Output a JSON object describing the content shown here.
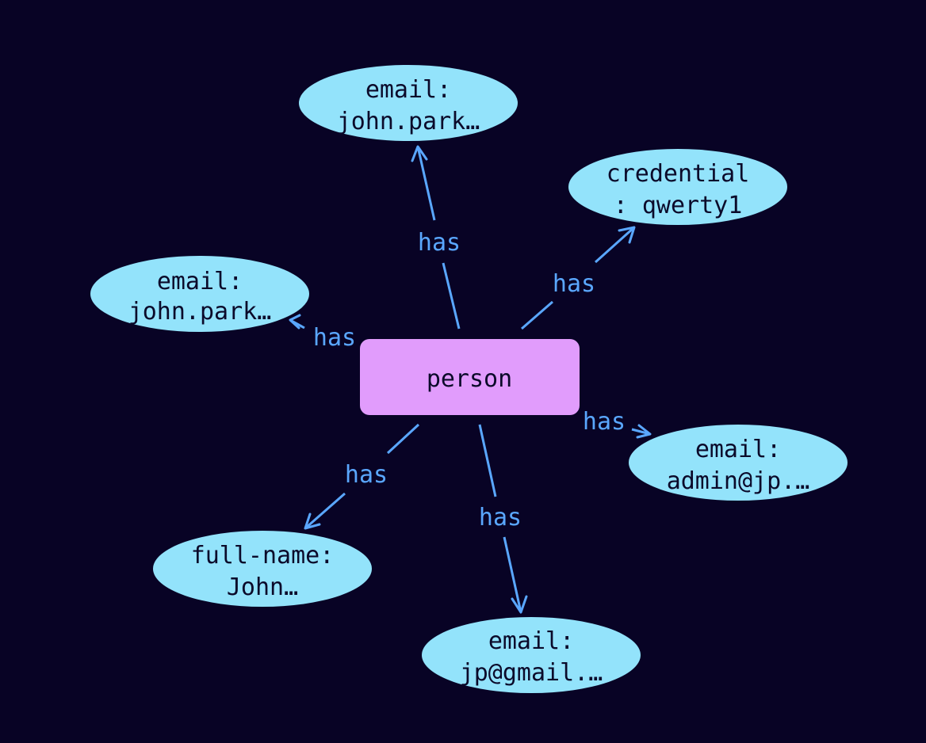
{
  "colors": {
    "background": "#080325",
    "entity_fill": "#e19cfc",
    "attribute_fill": "#93e3fb",
    "edge": "#5aa7ff",
    "text": "#0b0a2a"
  },
  "diagram": {
    "center": {
      "label": "person",
      "shape": "rounded-rectangle"
    },
    "attributes": [
      {
        "id": "email-top",
        "lines": [
          "email:",
          "john.park…"
        ]
      },
      {
        "id": "credential",
        "lines": [
          "credential",
          ": qwerty1"
        ]
      },
      {
        "id": "email-left",
        "lines": [
          "email:",
          "john.park…"
        ]
      },
      {
        "id": "email-admin",
        "lines": [
          "email:",
          "admin@jp.…"
        ]
      },
      {
        "id": "full-name",
        "lines": [
          "full-name:",
          "John…"
        ]
      },
      {
        "id": "email-gmail",
        "lines": [
          "email:",
          "jp@gmail.…"
        ]
      }
    ],
    "edges": [
      {
        "to": "email-top",
        "label": "has"
      },
      {
        "to": "credential",
        "label": "has"
      },
      {
        "to": "email-left",
        "label": "has"
      },
      {
        "to": "email-admin",
        "label": "has"
      },
      {
        "to": "full-name",
        "label": "has"
      },
      {
        "to": "email-gmail",
        "label": "has"
      }
    ]
  }
}
